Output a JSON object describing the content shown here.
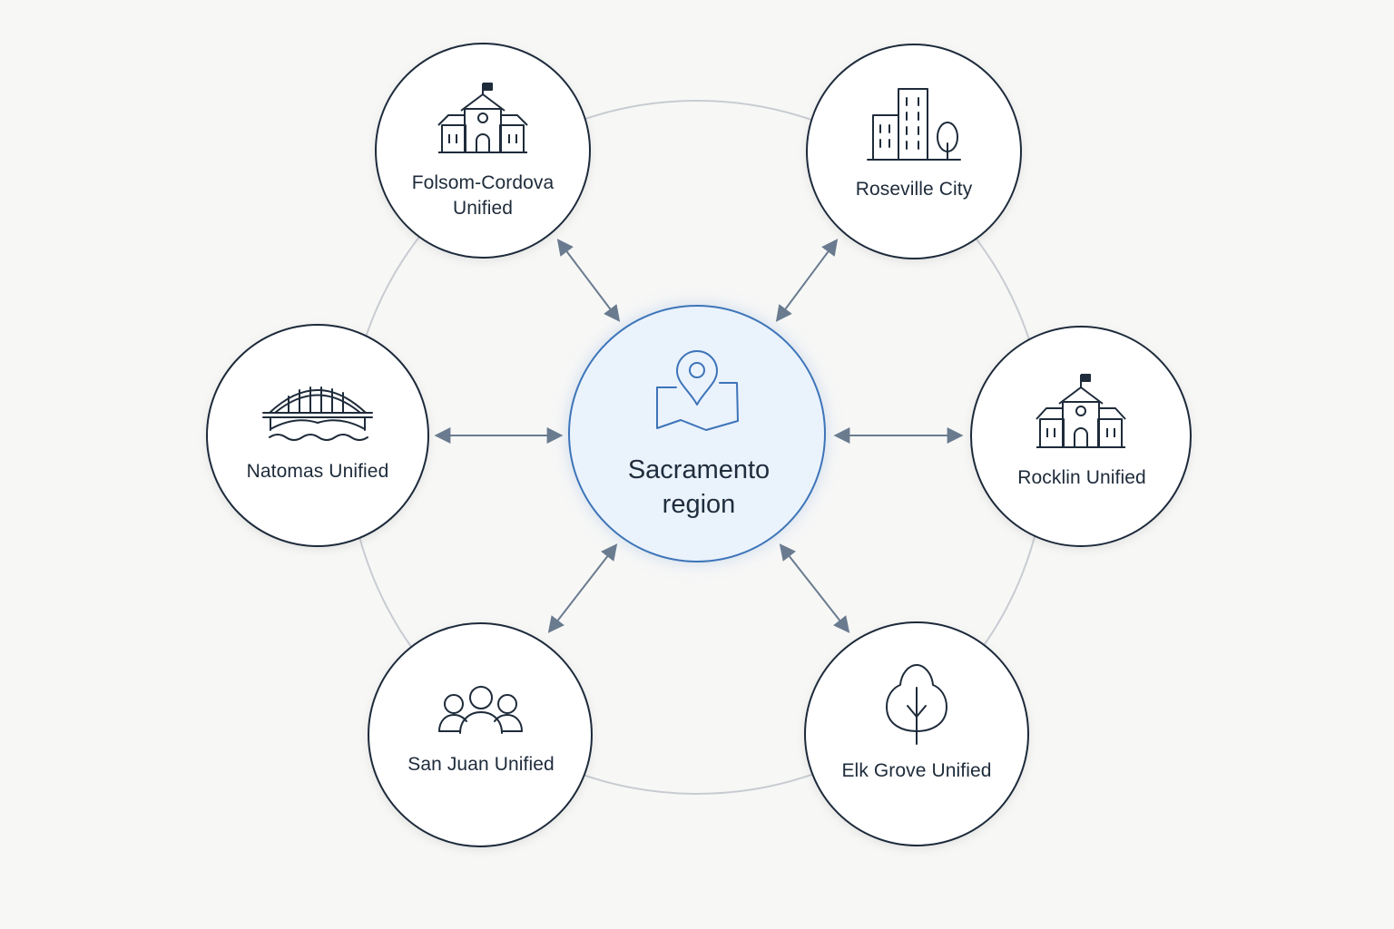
{
  "colors": {
    "background": "#f7f7f6",
    "node_stroke": "#1e2b3a",
    "node_fill": "#ffffff",
    "hub_stroke": "#3d74b8",
    "hub_fill": "#eaf2fc",
    "hub_icon": "#3d74b8",
    "ring": "#c8ccd2",
    "arrow": "#6a7b8f",
    "text": "#1e2b3a"
  },
  "hub": {
    "label_line1": "Sacramento",
    "label_line2": "region",
    "icon": "map-pin-icon"
  },
  "nodes": [
    {
      "id": "folsom",
      "line1": "Folsom-Cordova",
      "line2": "Unified",
      "icon": "school-building-icon"
    },
    {
      "id": "roseville",
      "line1": "Roseville City",
      "line2": "",
      "icon": "city-buildings-icon"
    },
    {
      "id": "natomas",
      "line1": "Natomas Unified",
      "line2": "",
      "icon": "bridge-icon"
    },
    {
      "id": "rocklin",
      "line1": "Rocklin Unified",
      "line2": "",
      "icon": "school-building-icon"
    },
    {
      "id": "sanjuan",
      "line1": "San Juan Unified",
      "line2": "",
      "icon": "people-group-icon"
    },
    {
      "id": "elkgrove",
      "line1": "Elk Grove Unified",
      "line2": "",
      "icon": "tree-icon"
    }
  ]
}
